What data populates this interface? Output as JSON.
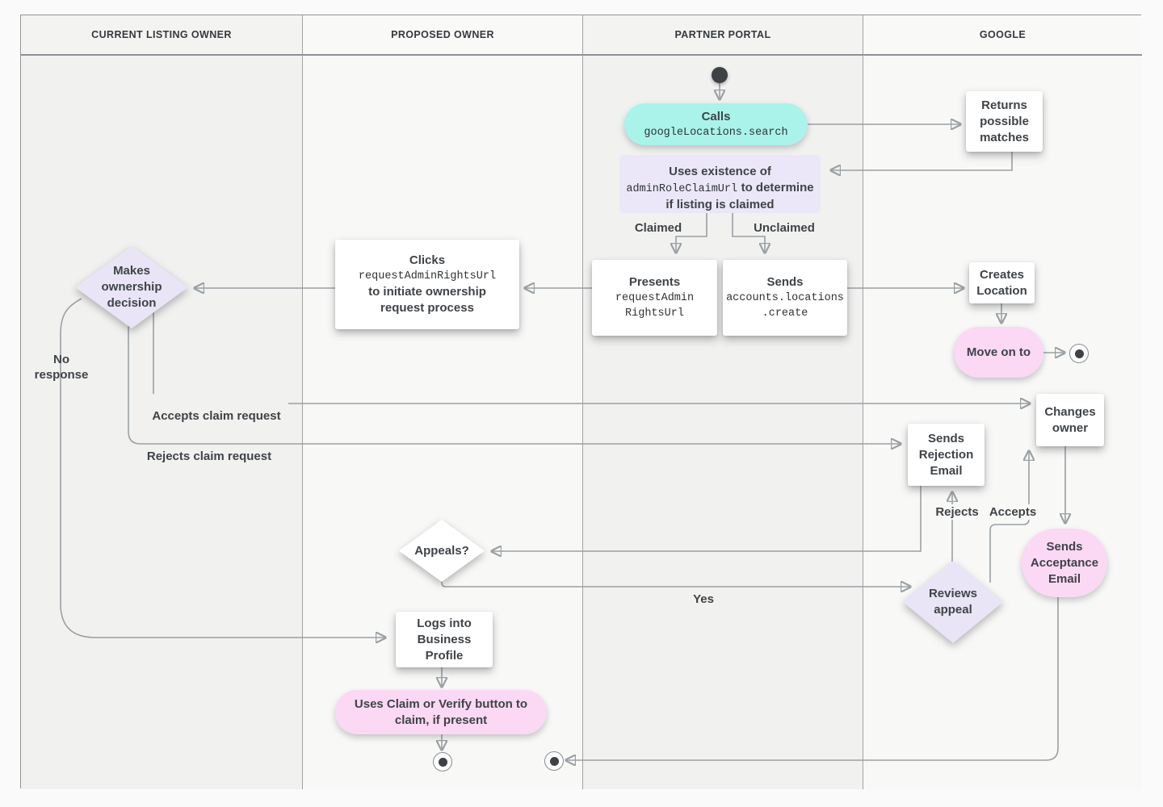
{
  "lanes": [
    {
      "label": "CURRENT LISTING OWNER"
    },
    {
      "label": "PROPOSED OWNER"
    },
    {
      "label": "PARTNER PORTAL"
    },
    {
      "label": "GOOGLE"
    }
  ],
  "nodes": {
    "calls_search": {
      "title": "Calls",
      "code": "googleLocations.search"
    },
    "returns_matches": {
      "label": "Returns possible matches"
    },
    "uses_existence": {
      "t1": "Uses existence of",
      "code": "adminRoleClaimUrl",
      "t2": "to determine if listing is claimed"
    },
    "presents_url": {
      "title": "Presents",
      "code": "requestAdmin\nRightsUrl"
    },
    "sends_create": {
      "title": "Sends",
      "code": "accounts.locations\n.create"
    },
    "clicks_url": {
      "t1": "Clicks",
      "code": "requestAdminRightsUrl",
      "t2": "to initiate ownership request process"
    },
    "makes_decision": {
      "label": "Makes ownership decision"
    },
    "creates_location": {
      "label": "Creates Location"
    },
    "move_on": {
      "label": "Move on to"
    },
    "changes_owner": {
      "label": "Changes owner"
    },
    "sends_rejection": {
      "label": "Sends Rejection Email"
    },
    "sends_acceptance": {
      "label": "Sends Acceptance Email"
    },
    "reviews_appeal": {
      "label": "Reviews appeal"
    },
    "appeals": {
      "label": "Appeals?"
    },
    "logs_into": {
      "label": "Logs into Business Profile"
    },
    "uses_claim": {
      "label": "Uses Claim or Verify button to claim, if present"
    }
  },
  "edge_labels": {
    "claimed": "Claimed",
    "unclaimed": "Unclaimed",
    "no_response": "No response",
    "accepts_claim": "Accepts claim request",
    "rejects_claim": "Rejects claim request",
    "rejects": "Rejects",
    "accepts": "Accepts",
    "yes": "Yes"
  },
  "colors": {
    "teal_action": "#aaf3ea",
    "pink_action": "#fbd8f4",
    "lavender_decision": "#e9e4f6",
    "white_box": "#ffffff",
    "connector": "#9aa0a4",
    "text": "#3f4347"
  }
}
